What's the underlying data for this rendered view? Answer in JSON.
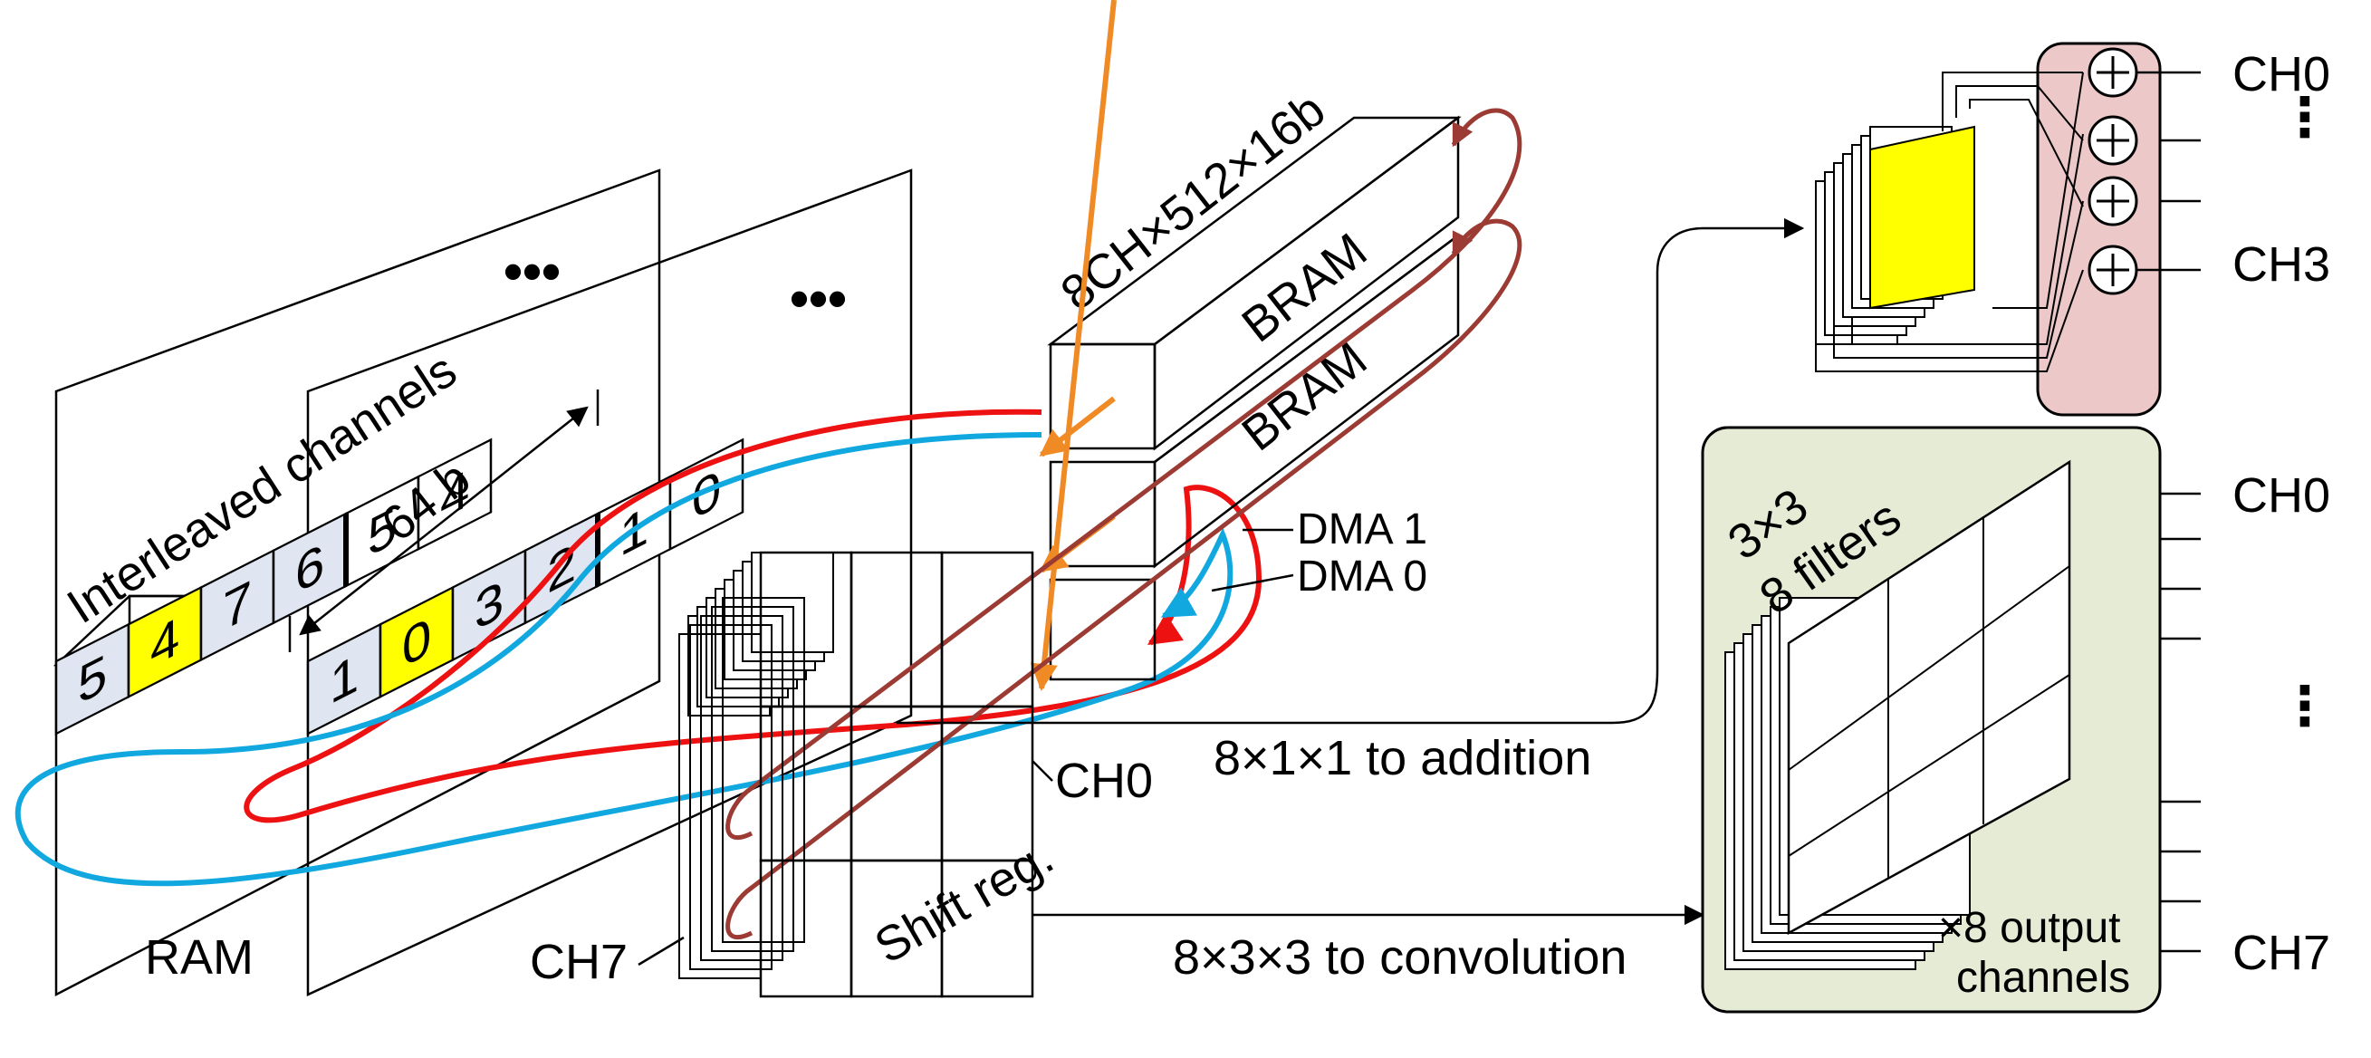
{
  "labels": {
    "interleaved": "Interleaved channels",
    "width_64b": "64 b",
    "bram_dims": "8CH×512×16b",
    "bram1": "BRAM",
    "bram2": "BRAM",
    "dma1": "DMA 1",
    "dma0": "DMA 0",
    "ram": "RAM",
    "ch0_shift": "CH0",
    "ch7_shift": "CH7",
    "shift_reg": "Shift reg.",
    "to_addition": "8×1×1  to addition",
    "to_convolution": "8×3×3  to convolution",
    "filters_size": "3×3",
    "filters_count": "8 filters",
    "output_channels_1": "×8  output",
    "output_channels_2": "channels",
    "add_ch0": "CH0",
    "add_ch3": "CH3",
    "conv_ch0": "CH0",
    "conv_ch7": "CH7",
    "ellipsis": "•••"
  },
  "ram_row_back": [
    "5",
    "4",
    "7",
    "6",
    "5",
    "4"
  ],
  "ram_row_front": [
    "1",
    "0",
    "3",
    "2",
    "1",
    "0"
  ],
  "colors": {
    "highlight": "#ffff00",
    "cell_fill": "#dfe6f2",
    "bram_fill": "#e3eaf4",
    "dma0": "#ee1111",
    "dma1": "#11a8e0",
    "shift_path": "#9c3b33",
    "feed_arrow": "#ef8a25",
    "add_panel": "#ecc8c8",
    "conv_panel": "#e6ebd6"
  }
}
